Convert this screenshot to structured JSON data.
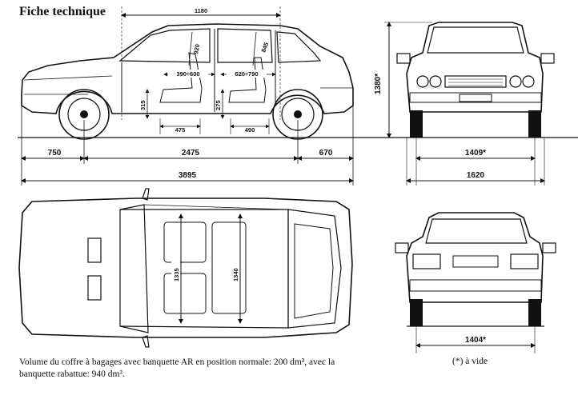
{
  "title": "Fiche technique",
  "caption": "Volume du coffre à bagages avec banquette AR en position normale: 200 dm³, avec la banquette rabattue: 940 dm³.",
  "note": "(*) à vide",
  "side_view": {
    "overall_length": "3895",
    "wheelbase": "2475",
    "front_overhang": "750",
    "rear_overhang": "670",
    "roof_width": "1180",
    "front_legroom": "475",
    "rear_legroom": "490",
    "front_seat_range": "390÷600",
    "rear_seat_range": "620÷790",
    "front_headroom": "920",
    "rear_headroom": "845",
    "seat_height": "315",
    "rear_seat_height": "275"
  },
  "front_view": {
    "height": "1380*",
    "front_track": "1409*",
    "overall_width": "1620"
  },
  "top_view": {
    "front_shoulder": "1335",
    "rear_shoulder": "1340"
  },
  "rear_view": {
    "rear_track": "1404*"
  }
}
